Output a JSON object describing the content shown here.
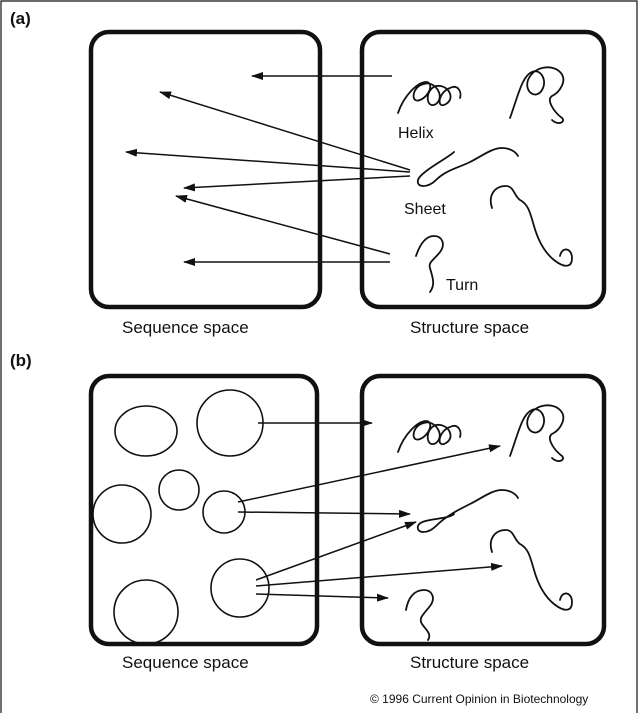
{
  "figure": {
    "panel_a": {
      "letter": "(a)",
      "left_caption": "Sequence space",
      "right_caption": "Structure space",
      "labels": {
        "helix": "Helix",
        "sheet": "Sheet",
        "turn": "Turn"
      }
    },
    "panel_b": {
      "letter": "(b)",
      "left_caption": "Sequence space",
      "right_caption": "Structure space"
    },
    "credit": "© 1996 Current Opinion in Biotechnology",
    "colors": {
      "ink": "#111111",
      "background": "#ffffff"
    }
  }
}
